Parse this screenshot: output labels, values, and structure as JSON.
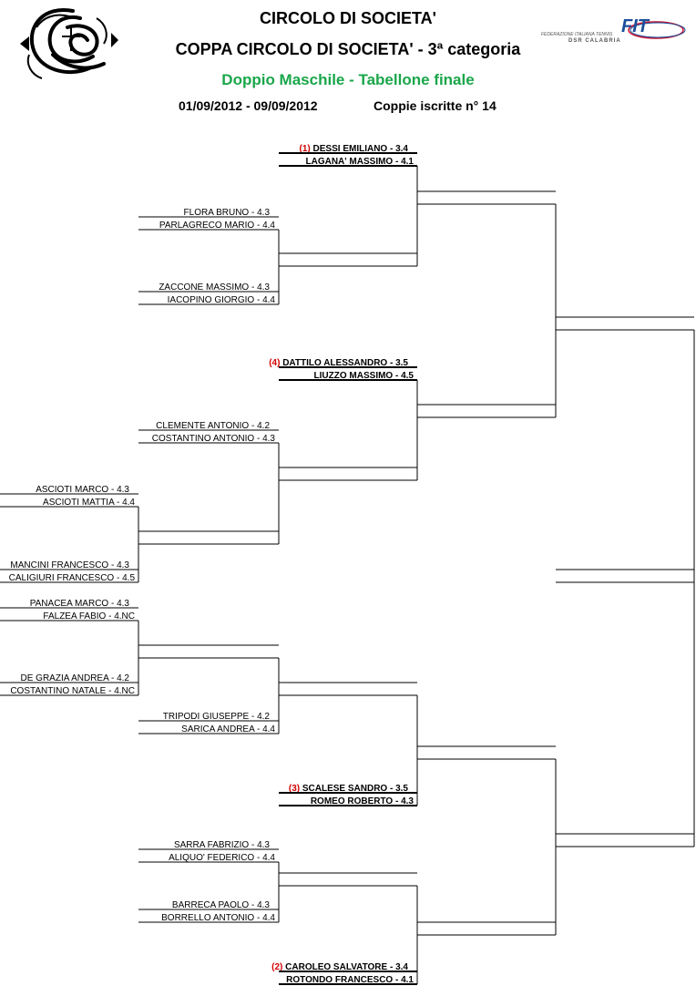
{
  "header": {
    "title": "CIRCOLO DI SOCIETA'",
    "subtitle": "COPPA CIRCOLO DI SOCIETA' - 3ª categoria",
    "event": "Doppio Maschile - Tabellone finale",
    "dates": "01/09/2012 - 09/09/2012",
    "entries": "Coppie iscritte n° 14"
  },
  "logo_fit": {
    "brand": "FIT",
    "federation": "FEDERAZIONE ITALIANA TENNIS",
    "region": "DSR CALABRIA"
  },
  "colors": {
    "accent_green": "#1aa64a",
    "seed_red": "#d40000",
    "line": "#000000"
  },
  "bracket": {
    "entries": [
      {
        "id": "e0",
        "seed": "(1) ",
        "p1": "DESSI EMILIANO - 3.4",
        "p2": "LAGANA' MASSIMO - 4.1",
        "bold": true
      },
      {
        "id": "e1",
        "seed": "",
        "p1": "FLORA BRUNO - 4.3",
        "p2": "PARLAGRECO MARIO - 4.4",
        "bold": false
      },
      {
        "id": "e2",
        "seed": "",
        "p1": "ZACCONE MASSIMO - 4.3",
        "p2": "IACOPINO GIORGIO - 4.4",
        "bold": false
      },
      {
        "id": "e3",
        "seed": "(4) ",
        "p1": "DATTILO ALESSANDRO - 3.5",
        "p2": "LIUZZO MASSIMO - 4.5",
        "bold": true
      },
      {
        "id": "e4",
        "seed": "",
        "p1": "CLEMENTE ANTONIO - 4.2",
        "p2": "COSTANTINO ANTONIO - 4.3",
        "bold": false
      },
      {
        "id": "e5",
        "seed": "",
        "p1": "ASCIOTI MARCO - 4.3",
        "p2": "ASCIOTI MATTIA - 4.4",
        "bold": false
      },
      {
        "id": "e6",
        "seed": "",
        "p1": "MANCINI FRANCESCO - 4.3",
        "p2": "CALIGIURI FRANCESCO - 4.5",
        "bold": false
      },
      {
        "id": "e7",
        "seed": "",
        "p1": "PANACEA MARCO - 4.3",
        "p2": "FALZEA FABIO - 4.NC",
        "bold": false
      },
      {
        "id": "e8",
        "seed": "",
        "p1": "DE GRAZIA ANDREA - 4.2",
        "p2": "COSTANTINO NATALE - 4.NC",
        "bold": false
      },
      {
        "id": "e9",
        "seed": "",
        "p1": "TRIPODI GIUSEPPE - 4.2",
        "p2": "SARICA ANDREA - 4.4",
        "bold": false
      },
      {
        "id": "e10",
        "seed": "(3) ",
        "p1": "SCALESE SANDRO - 3.5",
        "p2": "ROMEO ROBERTO - 4.3",
        "bold": true
      },
      {
        "id": "e11",
        "seed": "",
        "p1": "SARRA FABRIZIO - 4.3",
        "p2": "ALIQUO' FEDERICO - 4.4",
        "bold": false
      },
      {
        "id": "e12",
        "seed": "",
        "p1": "BARRECA PAOLO - 4.3",
        "p2": "BORRELLO ANTONIO - 4.4",
        "bold": false
      },
      {
        "id": "e13",
        "seed": "(2) ",
        "p1": "CAROLEO SALVATORE - 3.4",
        "p2": "ROTONDO FRANCESCO - 4.1",
        "bold": true
      }
    ]
  }
}
